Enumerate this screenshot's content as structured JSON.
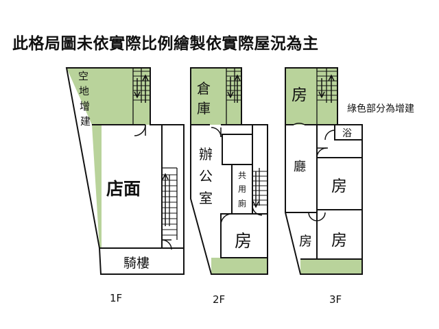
{
  "title": "此格局圖未依實際比例繪製依實際屋況為主",
  "legend_note": "綠色部分為增建",
  "colors": {
    "extension_green": "#b9d39b",
    "wall": "#111111",
    "background": "#ffffff"
  },
  "floor_1": {
    "label": "1F",
    "extension_label": [
      "空",
      "地",
      "增",
      "建"
    ],
    "shop_label": "店面",
    "arcade_label": "騎樓"
  },
  "floor_2": {
    "label": "2F",
    "storage_label": [
      "倉",
      "庫"
    ],
    "office_label": [
      "辦",
      "公",
      "室"
    ],
    "toilet_label": [
      "共",
      "用",
      "廁"
    ],
    "room_label": "房"
  },
  "floor_3": {
    "label": "3F",
    "room_top_left": "房",
    "bath_label": "浴",
    "living_label": "廳",
    "room_mid_right": "房",
    "room_bottom_left": "房",
    "room_bottom_right": "房"
  }
}
